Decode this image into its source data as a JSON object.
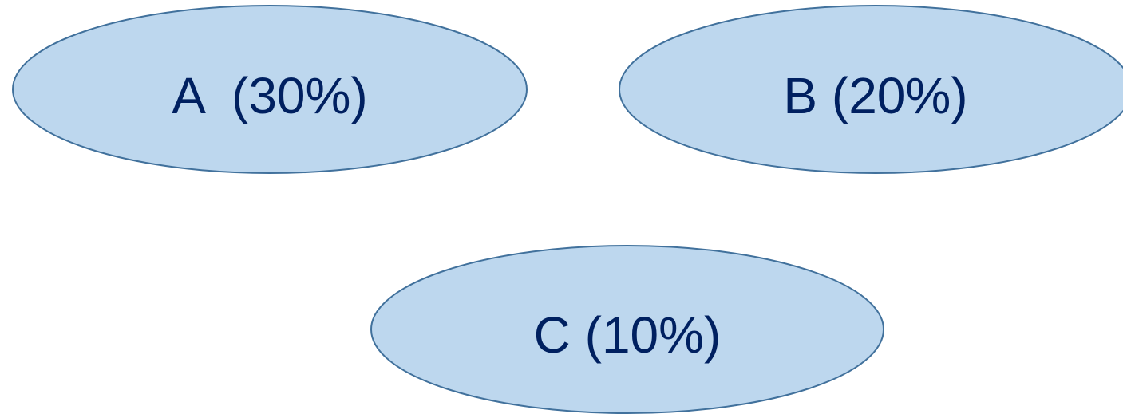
{
  "diagram": {
    "colors": {
      "fill": "#bdd7ee",
      "stroke": "#41719c",
      "text": "#002060"
    },
    "nodes": [
      {
        "id": "a",
        "label": "A  (30%)"
      },
      {
        "id": "b",
        "label": "B (20%)"
      },
      {
        "id": "c",
        "label": "C (10%)"
      }
    ]
  }
}
